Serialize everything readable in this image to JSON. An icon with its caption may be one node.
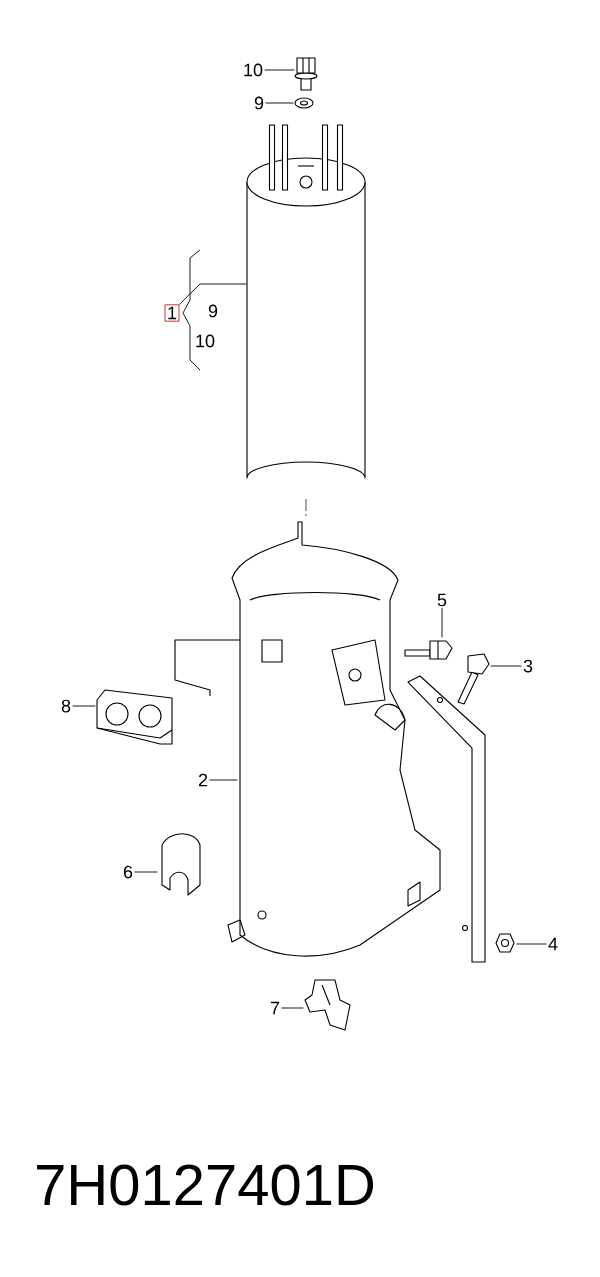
{
  "diagram": {
    "nodes": [
      {
        "text": [
          "10"
        ]
      },
      {
        "text": [],
        "shape": "picture"
      },
      {
        "text": [
          "9"
        ]
      },
      {
        "text": [],
        "shape": "picture"
      },
      {
        "text": [
          "1"
        ]
      },
      {
        "text": [],
        "shape": "cylinder"
      },
      {
        "text": [
          "5"
        ]
      },
      {
        "text": [],
        "shape": "picture"
      },
      {
        "text": [
          "3"
        ]
      },
      {
        "text": [],
        "shape": "picture"
      },
      {
        "text": [
          "8"
        ]
      },
      {
        "text": [],
        "shape": "picture"
      },
      {
        "text": [
          "2"
        ]
      },
      {
        "text": [],
        "shape": "picture"
      },
      {
        "text": [
          "6"
        ]
      },
      {
        "text": [],
        "shape": "picture"
      },
      {
        "text": [
          "4"
        ]
      },
      {
        "text": [],
        "shape": "picture"
      },
      {
        "text": [
          "7"
        ]
      },
      {
        "text": [],
        "shape": "picture"
      }
    ],
    "edges": [
      {
        "from": 0,
        "to": 1,
        "arrow": "none"
      },
      {
        "from": 2,
        "to": 3,
        "arrow": "none"
      },
      {
        "from": 4,
        "to": 5,
        "arrow": "none"
      },
      {
        "from": 6,
        "to": 7,
        "arrow": "none"
      },
      {
        "from": 8,
        "to": 9,
        "arrow": "none"
      },
      {
        "from": 10,
        "to": 11,
        "arrow": "none"
      },
      {
        "from": 12,
        "to": 13,
        "arrow": "none"
      },
      {
        "from": 14,
        "to": 15,
        "arrow": "none"
      },
      {
        "from": 16,
        "to": 17,
        "arrow": "none"
      },
      {
        "from": 18,
        "to": 19,
        "arrow": "none"
      }
    ],
    "labels": [
      "9",
      "10",
      "7H0127401D"
    ]
  }
}
